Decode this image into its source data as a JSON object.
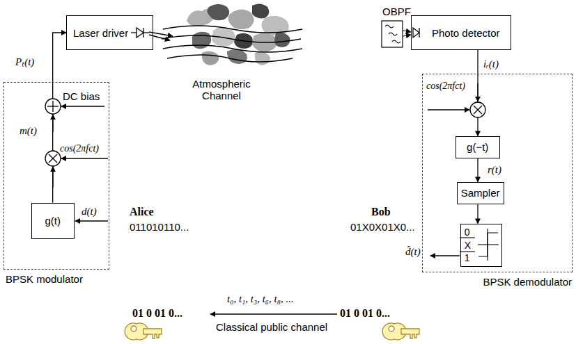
{
  "diagram": {
    "nodes": [
      {
        "text": [
          "Laser driver"
        ]
      },
      {
        "text": [
          "BPSK modulator"
        ]
      },
      {
        "text": [
          "g(t)"
        ],
        "in": 1
      },
      {
        "text": [
          "Photo detector"
        ]
      },
      {
        "text": [
          "BPSK demodulator"
        ]
      },
      {
        "text": [
          "g(−t)"
        ],
        "in": 4
      },
      {
        "text": [
          "Sampler"
        ],
        "in": 4
      },
      {
        "text": [
          "0",
          "X",
          "1"
        ],
        "in": 4
      }
    ],
    "edges": [
      {
        "from": 2,
        "to": 0,
        "arrow": "to"
      },
      {
        "from": 3,
        "to": 5,
        "arrow": "to"
      },
      {
        "from": 5,
        "to": 6,
        "arrow": "to"
      },
      {
        "from": 6,
        "to": 7,
        "arrow": "to"
      }
    ],
    "labels": [
      "Pₜ(t)",
      "DC bias",
      "m(t)",
      "cos(2πfct)",
      "d(t)",
      "Alice",
      "011010110...",
      "Atmospheric Channel",
      "OBPF",
      "iᵣ(t)",
      "cos(2πfct)",
      "r(t)",
      "Bob",
      "01X0X01X0...",
      "d̂(t)",
      "t₀, t₁, t₃, t₆, t₈, ...",
      "01 0 01 0...",
      "Classical public channel",
      "01 0 01 0..."
    ]
  }
}
